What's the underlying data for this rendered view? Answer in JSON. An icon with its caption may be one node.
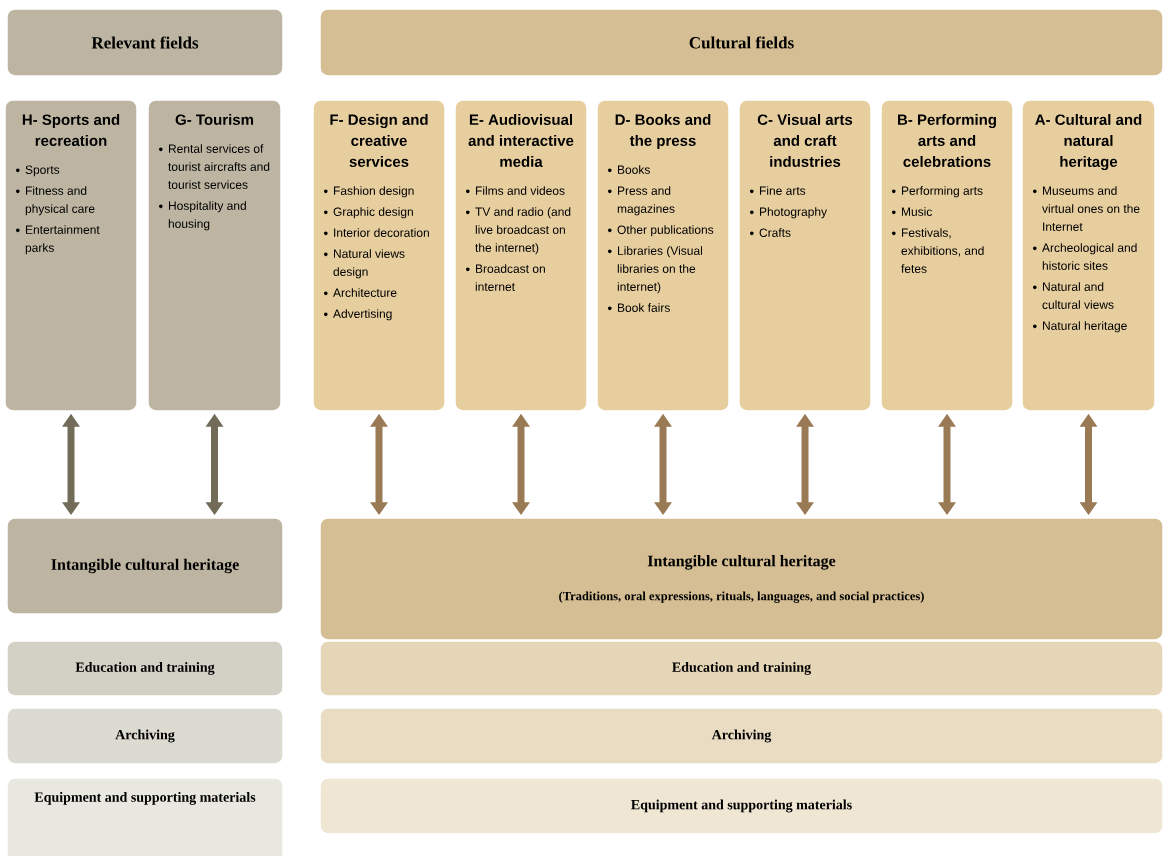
{
  "diagram": {
    "nodes": [
      {
        "text": [
          "Relevant fields"
        ]
      },
      {
        "text": [
          "Cultural fields"
        ]
      },
      {
        "text": [
          "H- Sports and recreation",
          "Sports",
          "Fitness and physical care",
          "Entertainment parks"
        ]
      },
      {
        "text": [
          "G- Tourism",
          "Rental services of tourist aircrafts and tourist services",
          "Hospitality and housing"
        ]
      },
      {
        "text": [
          "F- Design and creative services",
          "Fashion design",
          "Graphic design",
          "Interior decoration",
          "Natural views design",
          "Architecture",
          "Advertising"
        ]
      },
      {
        "text": [
          "E- Audiovisual and interactive media",
          "Films and videos",
          "TV and radio (and live broadcast on the internet)",
          "Broadcast on internet"
        ]
      },
      {
        "text": [
          "D- Books and the press",
          "Books",
          "Press and magazines",
          "Other publications",
          "Libraries (Visual libraries on the internet)",
          "Book fairs"
        ]
      },
      {
        "text": [
          "C- Visual arts and craft industries",
          "Fine arts",
          "Photography",
          "Crafts"
        ]
      },
      {
        "text": [
          "B- Performing arts and celebrations",
          "Performing arts",
          "Music",
          "Festivals, exhibitions, and fetes"
        ]
      },
      {
        "text": [
          "A- Cultural and natural heritage",
          "Museums and virtual ones on the Internet",
          "Archeological and historic sites",
          "Natural and cultural views",
          "Natural heritage"
        ]
      },
      {
        "text": [
          "Intangible cultural heritage"
        ]
      },
      {
        "text": [
          "Intangible cultural heritage",
          "(Traditions, oral expressions, rituals, languages, and social practices)"
        ]
      },
      {
        "text": [
          "Education and training"
        ]
      },
      {
        "text": [
          "Education and training"
        ]
      },
      {
        "text": [
          "Archiving"
        ]
      },
      {
        "text": [
          "Archiving"
        ]
      },
      {
        "text": [
          "Equipment and supporting materials"
        ]
      },
      {
        "text": [
          "Equipment and supporting materials"
        ]
      }
    ],
    "edges": [
      {
        "from": 2,
        "to": 10,
        "arrow": "both",
        "color": "#726b58"
      },
      {
        "from": 3,
        "to": 10,
        "arrow": "both",
        "color": "#726b58"
      },
      {
        "from": 4,
        "to": 11,
        "arrow": "both"
      },
      {
        "from": 5,
        "to": 11,
        "arrow": "both"
      },
      {
        "from": 6,
        "to": 11,
        "arrow": "both"
      },
      {
        "from": 7,
        "to": 11,
        "arrow": "both"
      },
      {
        "from": 8,
        "to": 11,
        "arrow": "both"
      },
      {
        "from": 9,
        "to": 11,
        "arrow": "both"
      }
    ]
  }
}
